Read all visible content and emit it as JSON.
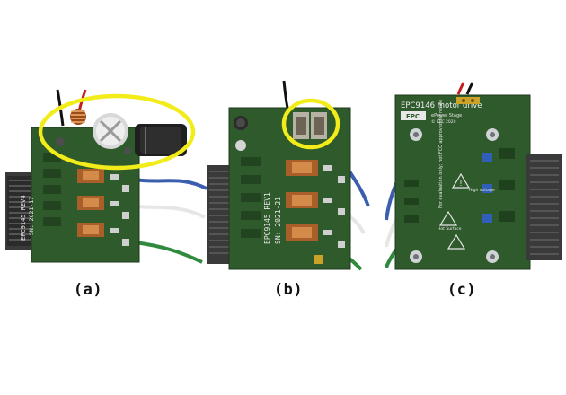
{
  "figure": {
    "captions": [
      "(a)",
      "(b)",
      "(c)"
    ],
    "board_a": {
      "side_label_1": "EPC9145 REV4",
      "side_label_2": "SN: 2021-17"
    },
    "board_b": {
      "side_label_1": "EPC9145 REV1",
      "side_label_2": "SN: 2021-21"
    },
    "board_c": {
      "title": "EPC9146 motor drive",
      "logo": "EPC",
      "brand_line": "ePower Stage",
      "copyright": "© EPC 2020",
      "notice": "For evaluation only; not FCC approved for resale",
      "warn_1": "High voltage",
      "warn_2": "Hot Surface"
    },
    "colors": {
      "pcb": "#2f5a2c",
      "pcb_dark": "#1d3b1b",
      "highlight": "#f2ec1a",
      "connector": "#3a3a3a",
      "copper": "#a85f2a"
    }
  }
}
